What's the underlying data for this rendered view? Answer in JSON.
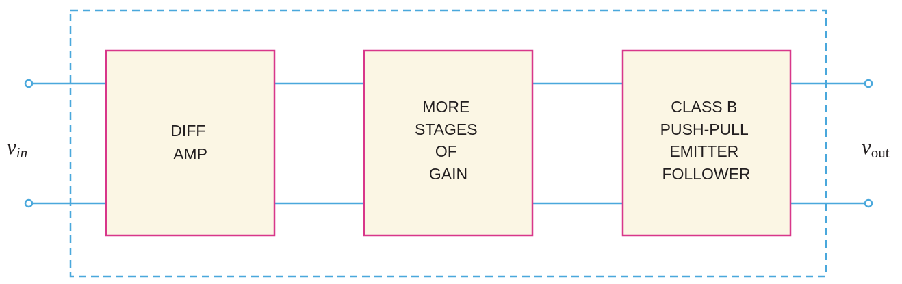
{
  "diagram": {
    "colors": {
      "wire": "#4aa8dc",
      "block_border": "#d8378a",
      "block_fill": "#fbf6e4",
      "text": "#231f20"
    },
    "blocks": [
      {
        "lines": [
          "DIFF",
          "AMP"
        ]
      },
      {
        "lines": [
          "MORE",
          "STAGES",
          "OF",
          "GAIN"
        ]
      },
      {
        "lines": [
          "CLASS B",
          "PUSH-PULL",
          "EMITTER",
          "FOLLOWER"
        ]
      }
    ],
    "input": {
      "symbol": "v",
      "subscript": "in"
    },
    "output": {
      "symbol": "v",
      "subscript": "out"
    }
  }
}
